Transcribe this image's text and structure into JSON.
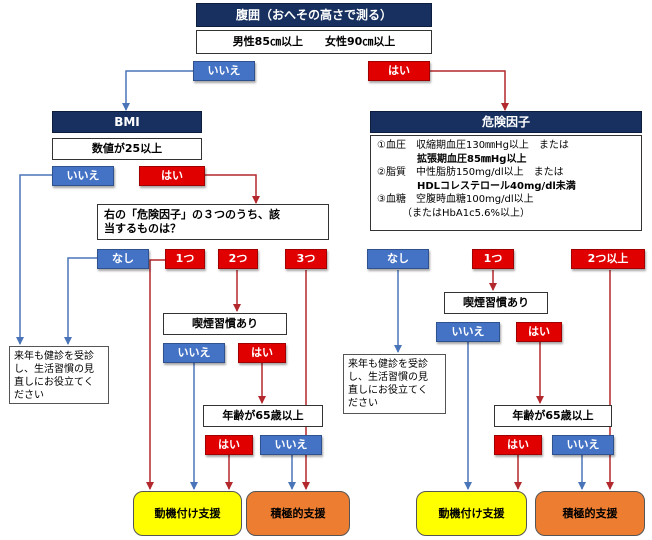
{
  "top": {
    "waist_title": "腹囲（おへその高さで測る）",
    "waist_criteria": "男性85㎝以上　　女性90㎝以上"
  },
  "answers": {
    "no": "いいえ",
    "yes": "はい",
    "none": "なし",
    "one": "1つ",
    "two": "2つ",
    "three": "3つ",
    "two_plus": "2つ以上"
  },
  "left": {
    "bmi_title": "BMI",
    "bmi_criteria": "数値が25以上",
    "risk_question": "右の「危険因子」の３つのうち、該\n当するものは？",
    "smoking": "喫煙習慣あり",
    "age": "年齢が65歳以上",
    "next_year": "来年も健診を受診\nし、生活習慣の見\n直しにお役立てく\nださい",
    "motivational": "動機付け支援",
    "active": "積極的支援"
  },
  "right": {
    "risk_title": "危険因子",
    "risk_lines": [
      "①血圧　収縮期血圧130㎜Hg以上　または",
      "　　　　拡張期血圧85㎜Hg以上",
      "②脂質　中性脂肪150mg/dl以上　または",
      "　　　　HDLコレステロール40mg/dl未満",
      "③血糖　空腹時血糖100mg/dl以上",
      "　　　（またはHbA1c5.6%以上）"
    ],
    "smoking": "喫煙習慣あり",
    "age": "年齢が65歳以上",
    "next_year": "来年も健診を受診\nし、生活習慣の見\n直しにお役立てく\nださい",
    "motivational": "動機付け支援",
    "active": "積極的支援"
  },
  "colors": {
    "navy": "#17305f",
    "blue": "#4472c4",
    "red": "#e00000",
    "dark_red": "#b3282d",
    "yellow": "#ffff00",
    "orange": "#ed7d31"
  }
}
